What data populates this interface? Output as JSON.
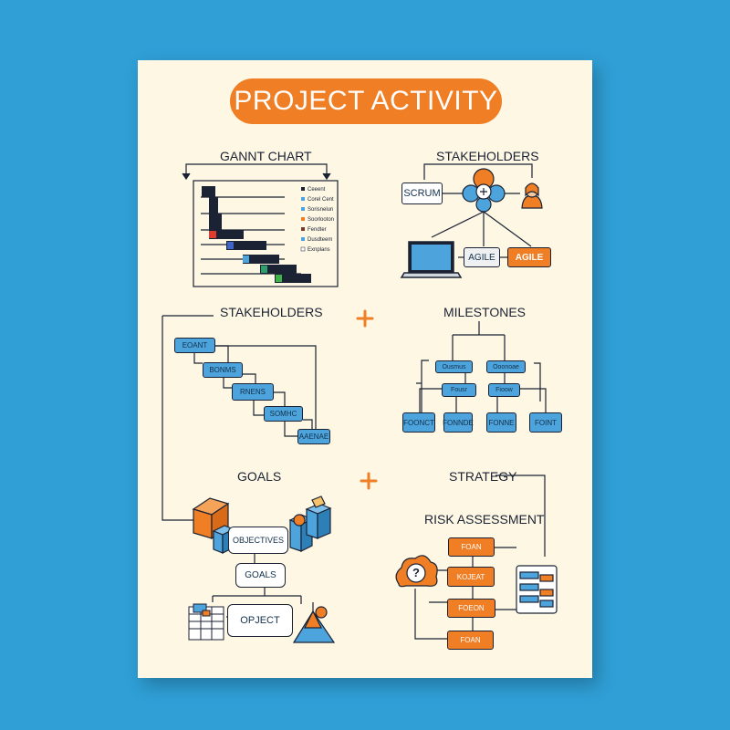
{
  "title": "PROJECT ACTIVITY",
  "sections": {
    "gantt": "GANNT CHART",
    "stakeholders_top": "STAKEHOLDERS",
    "stakeholders_mid": "STAKEHOLDERS",
    "milestones": "MILESTONES",
    "goals": "GOALS",
    "strategy": "STRATEGY",
    "risk": "RISK ASSESSMENT"
  },
  "gantt_legend": [
    "Ceeent",
    "Corel Cent",
    "Sorisnelun",
    "Soorlooton",
    "Fendter",
    "Dusdteem",
    "Exnplans"
  ],
  "stakeholders_top": {
    "scrum": "SCRUM",
    "agile_light": "AGILE",
    "agile_orange": "AGILE"
  },
  "stakeholders_steps": [
    "EOANT",
    "BONMS",
    "RNENS",
    "SOMHC",
    "AAENAE"
  ],
  "milestones": {
    "level1": [
      "Ousmus",
      "Ooonoae"
    ],
    "level2": [
      "Fousr",
      "Fioow"
    ],
    "level3": [
      "FOONCT",
      "FONNDE",
      "FONNE",
      "FOINT"
    ]
  },
  "goals": {
    "objectives": "OBJECTIVES",
    "goals": "GOALS",
    "object": "OPJECT"
  },
  "risk": {
    "steps": [
      "FOAN",
      "KOJEAT",
      "FOEON",
      "FOAN"
    ],
    "question": "?"
  },
  "colors": {
    "background": "#2f9fd6",
    "paper": "#fdf7e4",
    "orange": "#f07e24",
    "blue": "#4da3dc",
    "navy": "#1b2233"
  }
}
